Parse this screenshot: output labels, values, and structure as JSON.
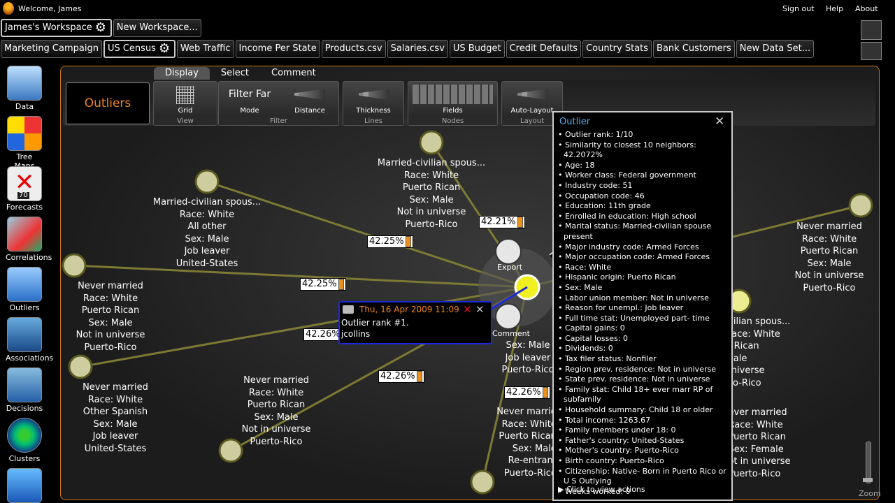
{
  "topbar": {
    "welcome": "Welcome, James",
    "links": [
      "Sign out",
      "Help",
      "About"
    ]
  },
  "workspaces": [
    {
      "label": "James's Workspace",
      "active": true
    },
    {
      "label": "New Workspace...",
      "active": false
    }
  ],
  "datasets": [
    {
      "label": "Marketing Campaign",
      "active": false
    },
    {
      "label": "US Census",
      "active": true
    },
    {
      "label": "Web Traffic",
      "active": false
    },
    {
      "label": "Income Per State",
      "active": false
    },
    {
      "label": "Products.csv",
      "active": false
    },
    {
      "label": "Salaries.csv",
      "active": false
    },
    {
      "label": "US Budget",
      "active": false
    },
    {
      "label": "Credit Defaults",
      "active": false
    },
    {
      "label": "Country Stats",
      "active": false
    },
    {
      "label": "Bank Customers",
      "active": false
    },
    {
      "label": "New Data Set...",
      "active": false
    }
  ],
  "sidebar": [
    {
      "label": "Data",
      "icon": "data-icon"
    },
    {
      "label": "Tree Maps",
      "icon": "tree-map-icon"
    },
    {
      "label": "Forecasts",
      "icon": "forecast-icon",
      "badge": "70"
    },
    {
      "label": "Correlations",
      "icon": "correlation-icon"
    },
    {
      "label": "Outliers",
      "icon": "outlier-icon"
    },
    {
      "label": "Associations",
      "icon": "association-icon"
    },
    {
      "label": "Decisions",
      "icon": "decision-icon"
    },
    {
      "label": "Clusters",
      "icon": "cluster-icon"
    },
    {
      "label": "",
      "icon": "network-icon"
    }
  ],
  "modetabs": [
    {
      "label": "Display",
      "active": true
    },
    {
      "label": "Select",
      "active": false
    },
    {
      "label": "Comment",
      "active": false
    }
  ],
  "toolbar": {
    "title": "Outliers",
    "view": {
      "group": "View",
      "grid": "Grid"
    },
    "filter": {
      "group": "Filter",
      "mode_value": "Filter Far",
      "mode": "Mode",
      "distance": "Distance"
    },
    "lines": {
      "group": "Lines",
      "thickness": "Thickness"
    },
    "nodes": {
      "group": "Nodes",
      "fields": "Fields"
    },
    "layout": {
      "group": "Layout",
      "auto": "Auto-Layout"
    }
  },
  "nodes": [
    {
      "lines": [
        "Married-civilian spous...",
        "Race: White",
        "All other",
        "Sex: Male",
        "Job leaver",
        "United-States"
      ]
    },
    {
      "lines": [
        "Married-civilian spous...",
        "Race: White",
        "Puerto Rican",
        "Sex: Male",
        "Not in universe",
        "Puerto-Rico"
      ]
    },
    {
      "lines": [
        "Never married",
        "Race: White",
        "Puerto Rican",
        "Sex: Male",
        "Not in universe",
        "Puerto-Rico"
      ]
    },
    {
      "lines": [
        "Never married",
        "Race: White",
        "Puerto Rican",
        "Sex: Male",
        "Not in universe",
        "Puerto-Rico"
      ]
    },
    {
      "lines": [
        "Never married",
        "Race: White",
        "Other Spanish",
        "Sex: Male",
        "Job leaver",
        "United-States"
      ]
    },
    {
      "lines": [
        "Never married",
        "Race: White",
        "Puerto Rican",
        "Sex: Male",
        "Not in universe",
        "Puerto-Rico"
      ]
    },
    {
      "lines": [
        "Never marrie",
        "Race: White",
        "Puerto Rican",
        "Sex: Male",
        "Re-entrant",
        "Puerto-Rico"
      ]
    },
    {
      "lines": [
        "Sex: Male",
        "Job leaver",
        "Puerto-Rico"
      ]
    },
    {
      "lines": [
        "ivilian spous...",
        "Race: White",
        "o Rican",
        "Male",
        "universe",
        "rto-Rico"
      ]
    },
    {
      "lines": [
        "ever married",
        "Race: White",
        "Puerto Rican",
        "Sex: Female",
        "ot in universe",
        "Puerto-Rico"
      ]
    }
  ],
  "percents": [
    "42.25%",
    "42.21%",
    "42.25%",
    "42.26%",
    "42.26%",
    "42.26%"
  ],
  "hub": {
    "export": "Export",
    "comment": "Comment"
  },
  "comment": {
    "date": "Thu, 16 Apr 2009 11:09",
    "text": "Outlier rank #1.",
    "user": "jcollins"
  },
  "outlier": {
    "title": "Outlier",
    "items": [
      "Outlier rank: 1/10",
      "Similarity to closest 10 neighbors: 42.2072%",
      "Age: 18",
      "Worker class: Federal government",
      "Industry code: 51",
      "Occupation code: 46",
      "Education: 11th grade",
      "Enrolled in education: High school",
      "Marital status: Married-civilian spouse present",
      "Major industry code: Armed Forces",
      "Major occupation code: Armed Forces",
      "Race: White",
      "Hispanic origin: Puerto Rican",
      "Sex: Male",
      "Labor union member: Not in universe",
      "Reason for unempl.: Job leaver",
      "Full time stat: Unemployed part- time",
      "Capital gains: 0",
      "Capital losses: 0",
      "Dividends: 0",
      "Tax filer status: Nonfiler",
      "Region prev. residence: Not in universe",
      "State prev. residence: Not in universe",
      "Family stat: Child 18+ ever marr RP of subfamily",
      "Household summary: Child 18 or older",
      "Total income: 1263.67",
      "Family members under 18: 0",
      "Father's country: United-States",
      "Mother's country: Puerto-Rico",
      "Birth country: Puerto-Rico",
      "Citizenship: Native- Born in Puerto Rico or U S Outlying",
      "Weeks worked: 0"
    ],
    "actions": "Click to view actions"
  },
  "zoom": "Zoom"
}
